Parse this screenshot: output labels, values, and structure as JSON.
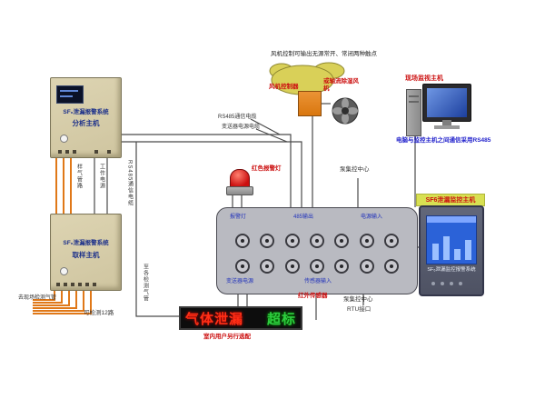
{
  "callout": {
    "text": "风机控制可输出无源常开、常闭两种触点"
  },
  "analysis_host": {
    "title": "SF₆泄漏报警系统",
    "subtitle": "分析主机"
  },
  "sampling_host": {
    "title": "SF₆泄漏报警系统",
    "subtitle": "取样主机"
  },
  "fan": {
    "controller_label": "风机控制器",
    "axial_label": "或轴流除湿风机"
  },
  "site_monitor": {
    "label": "现场监视主机",
    "comm_note": "电脑与监控主机之间通信采用RS485"
  },
  "cables": {
    "rs485_h": "RS485通信电缆",
    "transmitter_h": "变送器电源电缆",
    "sample_gas_v": "样气管路",
    "work_power_v": "工作电源",
    "rs485_v": "RS485通信电缆",
    "to_detect_v": "至各检测气管"
  },
  "alarm_light": {
    "label": "红色报警灯"
  },
  "terminal_panel": {
    "top_labels": [
      "报警灯",
      "485输出",
      "电源输入"
    ],
    "bottom_labels": [
      "变送器电源",
      "传感器输入"
    ],
    "top_count": 7,
    "bottom_count": 7
  },
  "pump_center": {
    "top": "泵集控中心",
    "bottom": "泵集控中心",
    "rtu": "RTU接口"
  },
  "monitoring_host": {
    "label": "SF6泄漏监控主机",
    "screen_caption": "SF₆泄漏监控报警系统"
  },
  "ir_sensor": {
    "label": "红外传感器"
  },
  "led_display": {
    "red_text": "气体泄漏",
    "green_text": "超标",
    "note": "室内用户另行选配"
  },
  "bottom_left": {
    "gas_pipe": "去现场检测气管",
    "channels": "可检测12路"
  },
  "colors": {
    "wire_orange": "#e07818",
    "wire_dark": "#4a4a4a",
    "device_beige": "#d6cdab",
    "alarm_red": "#cc1111",
    "accent_blue": "#2233bb"
  }
}
